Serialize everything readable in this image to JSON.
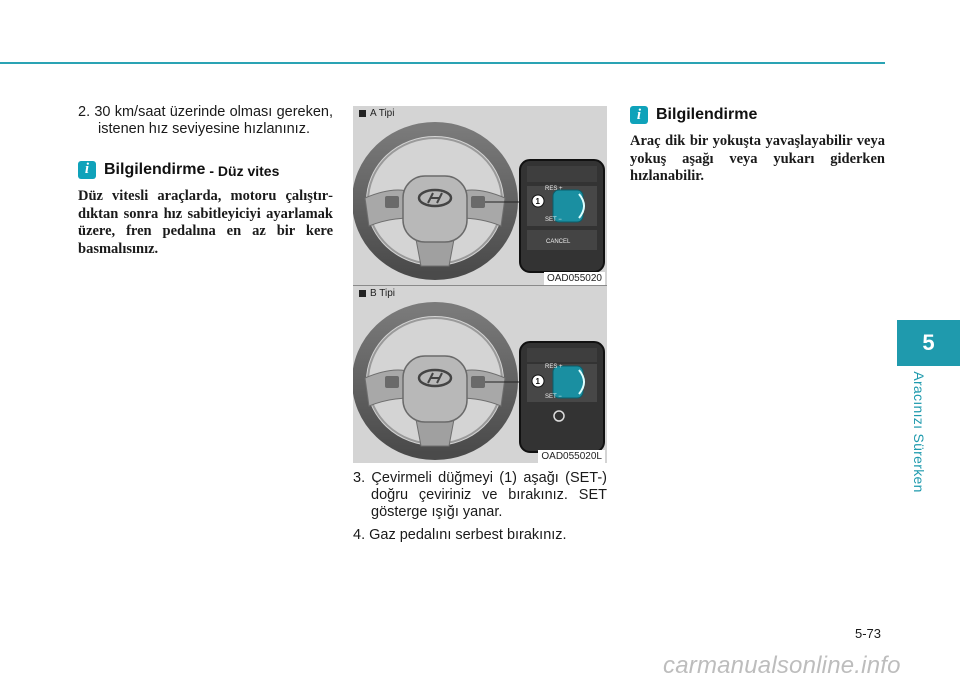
{
  "col1": {
    "step2": "2. 30 km/saat üzerinde olması gere­ken, istenen hız seviyesine hızla­nınız.",
    "info_title": "Bilgilendirme",
    "info_sub": "- Düz vites",
    "info_body": "Düz vitesli araçlarda, motoru çalıştır­dıktan sonra hız sabitleyiciyi ayarla­mak üzere, fren pedalına en az bir kere basmalısınız."
  },
  "figures": [
    {
      "type_label": "A Tipi",
      "code": "OAD055020",
      "buttons": [
        "RES +",
        "SET −",
        "CANCEL"
      ],
      "callout": "1"
    },
    {
      "type_label": "B Tipi",
      "code": "OAD055020L",
      "buttons": [
        "RES +",
        "SET −"
      ],
      "callout": "1"
    }
  ],
  "col2": {
    "step3": "3. Çevirmeli düğmeyi (1) aşağı (SET-) doğru çeviriniz ve bırakınız. SET gösterge ışığı yanar.",
    "step4": "4. Gaz pedalını serbest bırakınız."
  },
  "col3": {
    "info_title": "Bilgilendirme",
    "info_body": "Araç dik bir yokuşta yavaşlayabilir veya yokuş aşağı veya yukarı giderken hızlanabilir."
  },
  "side": {
    "chapter": "5",
    "chapter_title": "Aracınızı Sürerken"
  },
  "page_number": "5-73",
  "watermark": "carmanualsonline.info",
  "icons": {
    "info": "info-icon"
  },
  "colors": {
    "accent": "#1f9aad",
    "info_icon": "#0fa2ba"
  }
}
